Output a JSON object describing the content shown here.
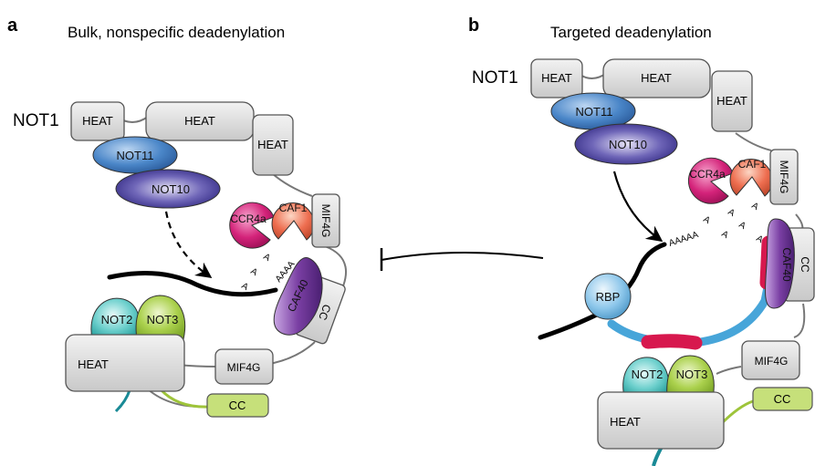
{
  "panel_a": {
    "letter": "a",
    "title": "Bulk, nonspecific deadenylation",
    "not1_label": "NOT1",
    "heat_1": "HEAT",
    "heat_2": "HEAT",
    "heat_3": "HEAT",
    "not11": "NOT11",
    "not10": "NOT10",
    "ccr4a": "CCR4a",
    "caf1": "CAF1",
    "mif4g_top": "MIF4G",
    "polya_1": "A",
    "polya_2": "A",
    "polya_3": "A",
    "polya_4": "AAAA",
    "caf40": "CAF40",
    "cc_caf40": "CC",
    "not2": "NOT2",
    "not3": "NOT3",
    "heat_bottom": "HEAT",
    "mif4g_bottom": "MIF4G",
    "cc_bottom": "CC"
  },
  "panel_b": {
    "letter": "b",
    "title": "Targeted deadenylation",
    "not1_label": "NOT1",
    "heat_1": "HEAT",
    "heat_2": "HEAT",
    "heat_3": "HEAT",
    "not11": "NOT11",
    "not10": "NOT10",
    "ccr4a": "CCR4a",
    "caf1": "CAF1",
    "mif4g_top": "MIF4G",
    "polya_main": "AAAAA",
    "polya_1": "A",
    "polya_2": "A",
    "polya_3": "A",
    "polya_4": "A",
    "polya_5": "A",
    "polya_6": "A",
    "caf40": "CAF40",
    "cc_caf40": "CC",
    "rbp": "RBP",
    "not2": "NOT2",
    "not3": "NOT3",
    "mif4g_bottom": "MIF4G",
    "cc_bottom": "CC",
    "heat_bottom": "HEAT"
  },
  "colors": {
    "heat_fill": "#d9d9d9",
    "not11": "#4a86c8",
    "not10": "#4b3f9a",
    "ccr4a": "#d4237a",
    "caf1": "#ee6e50",
    "caf40": "#7a3fa3",
    "not2": "#27b3b0",
    "not3": "#99c23a",
    "cc_box": "#c6e07a",
    "rbp": "#7ec0e8",
    "linker_blue": "#47a5d9",
    "linker_red": "#d7184e",
    "teal_tail": "#1a8a96"
  }
}
